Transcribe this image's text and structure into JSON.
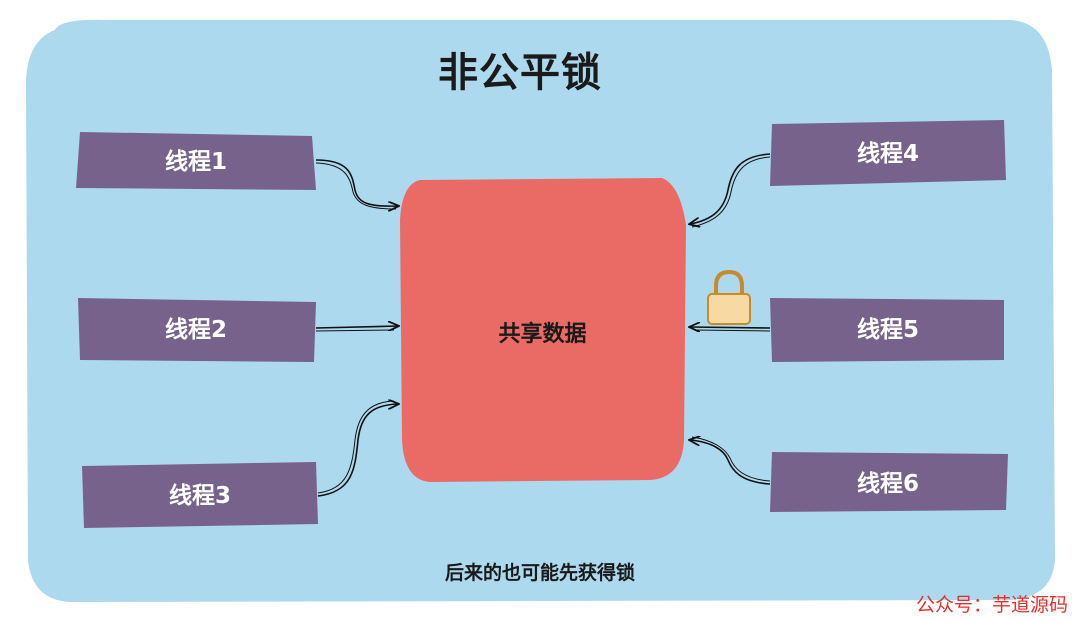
{
  "title": "非公平锁",
  "shared_data_label": "共享数据",
  "threads": [
    {
      "label": "线程1"
    },
    {
      "label": "线程2"
    },
    {
      "label": "线程3"
    },
    {
      "label": "线程4"
    },
    {
      "label": "线程5"
    },
    {
      "label": "线程6"
    }
  ],
  "caption": "后来的也可能先获得锁",
  "watermark": "公众号：芋道源码",
  "icons": {
    "lock": "lock-icon"
  },
  "colors": {
    "background": "#acd9ee",
    "thread_box": "#76628a",
    "shared_box": "#ea6b66",
    "lock_body": "#f7d9a3",
    "lock_stroke": "#c98a2b",
    "watermark": "#e0322d"
  }
}
